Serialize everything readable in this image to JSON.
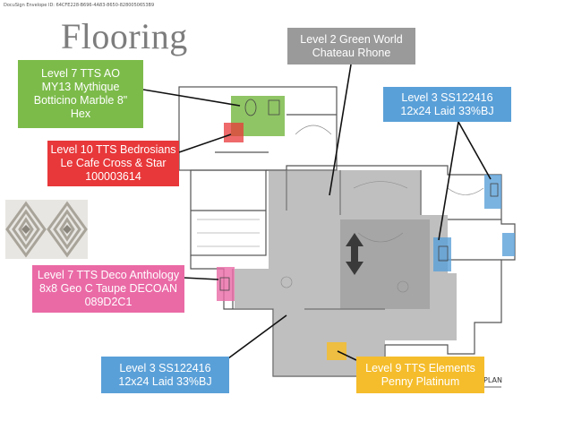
{
  "envelope_id": "DocuSign Envelope ID: 64CFE228-B696-4A83-8650-8280050653B9",
  "title": "Flooring",
  "plan_label": "PLAN",
  "callouts": {
    "level2": [
      "Level 2 Green World",
      "Chateau Rhone"
    ],
    "level7_ao": [
      "Level 7 TTS AO",
      "MY13 Mythique",
      "Botticino Marble 8\"",
      "Hex"
    ],
    "level10": [
      "Level 10 TTS Bedrosians",
      "Le Cafe Cross & Star",
      "100003614"
    ],
    "level3_top": [
      "Level 3 SS122416",
      "12x24 Laid 33%BJ"
    ],
    "level7_deco": [
      "Level 7 TTS Deco Anthology",
      "8x8 Geo C Taupe DECOAN",
      "089D2C1"
    ],
    "level3_bottom": [
      "Level 3 SS122416",
      "12x24 Laid 33%BJ"
    ],
    "level9": [
      "Level 9 TTS Elements",
      "Penny Platinum"
    ]
  },
  "colors": {
    "gray": "#9a9a9a",
    "green": "#7cbb4a",
    "red": "#e8383a",
    "blue": "#5aa0d8",
    "pink": "#ea6aa6",
    "yellow": "#f5bd2c"
  }
}
